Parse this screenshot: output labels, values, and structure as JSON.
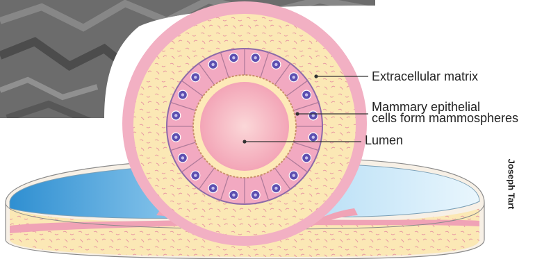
{
  "labels": {
    "extracellular_matrix": "Extracellular matrix",
    "epithelial_line1": "Mammary epithelial",
    "epithelial_line2": "cells form mammospheres",
    "lumen": "Lumen"
  },
  "credit": "Joseph Tart",
  "colors": {
    "matrix_fill": "#fbe8b5",
    "cell_fill": "#f2a9c1",
    "nucleus": "#5d4fb0",
    "lumen": "#f6b4c2",
    "dish_blue": "#a9d6ef",
    "dish_rim": "#f0a3b6",
    "dark_background": "#6c6c6c"
  }
}
